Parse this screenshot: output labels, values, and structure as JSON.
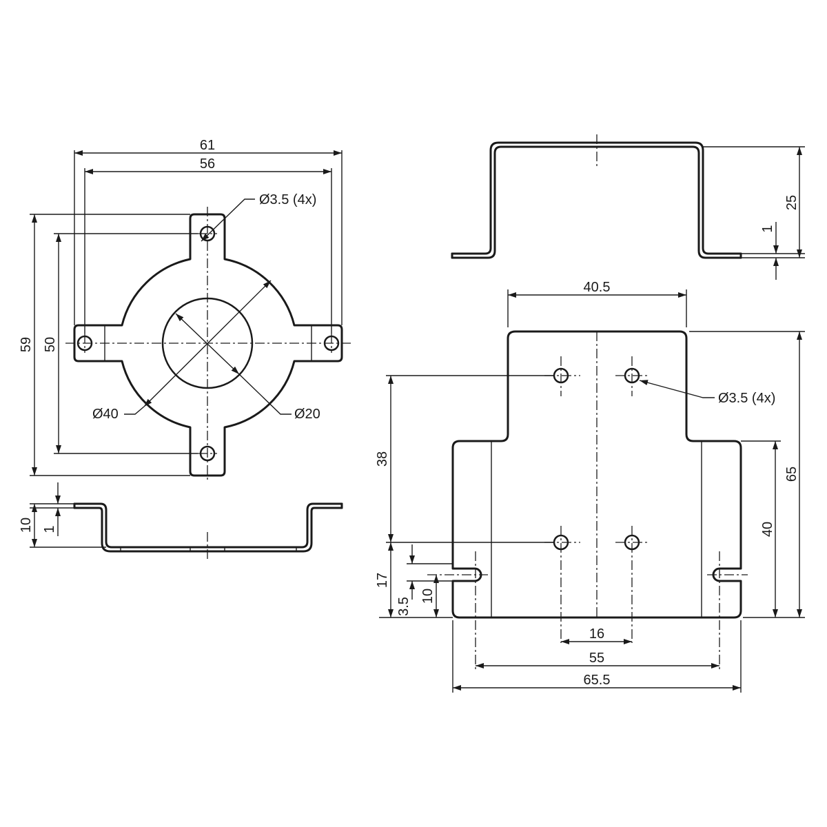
{
  "dimensions": {
    "top_overall_width": "61",
    "top_hole_spacing_width": "56",
    "top_hole_callout": "Ø3.5 (4x)",
    "top_overall_height": "59",
    "top_hole_spacing_height": "50",
    "outer_diameter": "Ø40",
    "inner_diameter": "Ø20",
    "side_height": "10",
    "side_thickness": "1",
    "front_height": "25",
    "front_thickness": "1",
    "plate_upper_width": "40.5",
    "plate_hole_callout": "Ø3.5 (4x)",
    "plate_hole_spacing_vertical": "38",
    "plate_overall_height": "65",
    "plate_lower_height": "40",
    "slot_height_from_bottom": "17",
    "slot_offset": "3.5",
    "slot_spacing": "10",
    "plate_hole_spacing_horizontal": "16",
    "slot_spacing_width": "55",
    "plate_overall_width": "65.5"
  }
}
